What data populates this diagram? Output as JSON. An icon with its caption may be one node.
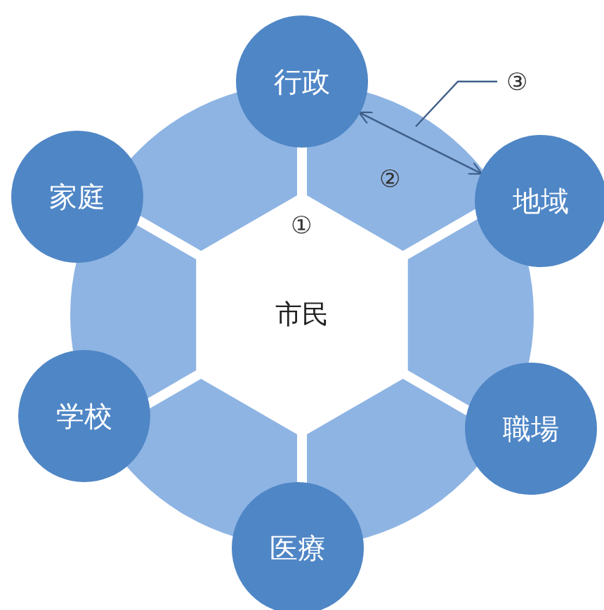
{
  "diagram": {
    "nodes": [
      {
        "text": [
          "市民"
        ]
      },
      {
        "text": [
          "行政"
        ]
      },
      {
        "text": [
          "地域"
        ]
      },
      {
        "text": [
          "職場"
        ]
      },
      {
        "text": [
          "医療"
        ]
      },
      {
        "text": [
          "学校"
        ]
      },
      {
        "text": [
          "家庭"
        ]
      },
      {
        "text": [
          "③"
        ]
      }
    ],
    "edges": [
      {
        "from": 1,
        "to": 2,
        "arrow": "both",
        "label": "②"
      },
      {
        "from": 7,
        "to": null,
        "arrow": "none"
      }
    ],
    "labels": [
      "①"
    ]
  }
}
